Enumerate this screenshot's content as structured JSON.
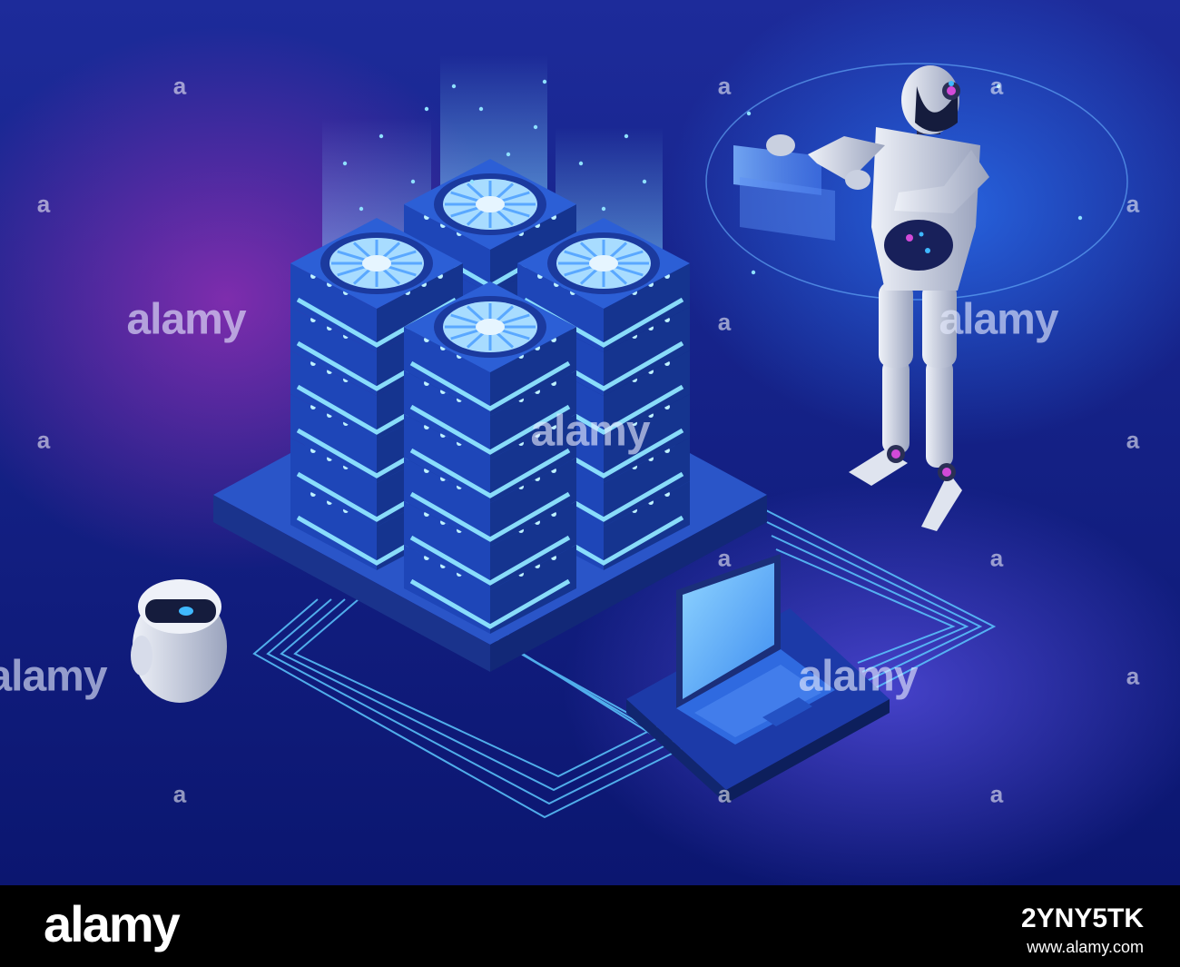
{
  "watermark": {
    "word": "alamy",
    "mark": "a"
  },
  "footer": {
    "logo": "alamy",
    "image_id": "2YNY5TK",
    "url": "www.alamy.com"
  },
  "colors": {
    "background_top": "#1d2b9a",
    "background_bottom": "#0b1670",
    "glow_pink": "#8a2aa8",
    "neon_cyan": "#6fd6ff",
    "server_body": "#1b3a9e",
    "robot_body": "#c9d0e0"
  },
  "icons": [
    "server-rack-icon",
    "fan-icon",
    "laptop-icon",
    "humanoid-robot-icon",
    "small-robot-icon",
    "circuit-lines-icon",
    "hologram-screen-icon"
  ]
}
